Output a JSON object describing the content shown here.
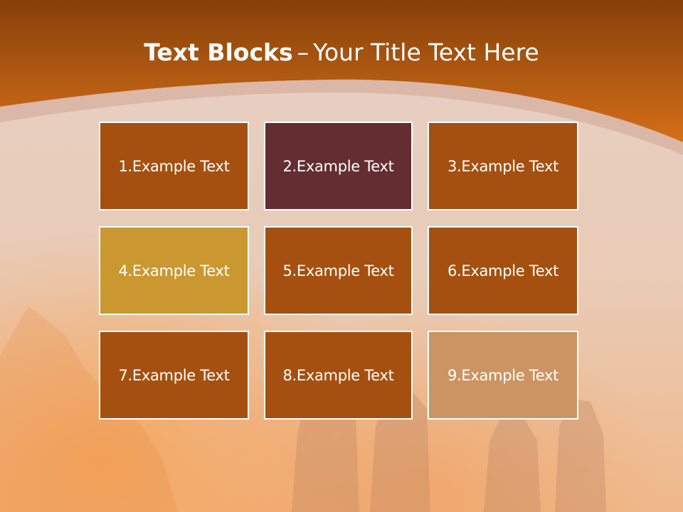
{
  "colors": {
    "header_top": "#8a4208",
    "header_bottom": "#d9741a",
    "content_bg": "#e8d3c8",
    "block_default": "#a55010",
    "block_dark": "#642d31",
    "block_gold": "#cb9731",
    "block_light": "#cb9462",
    "block_border": "#ffffff",
    "text": "#ffffff"
  },
  "title": {
    "bold": "Text Blocks",
    "dash": "–",
    "rest": "Your Title Text Here"
  },
  "blocks": [
    {
      "label": "1.Example Text",
      "color": "#a55010"
    },
    {
      "label": "2.Example Text",
      "color": "#642d31"
    },
    {
      "label": "3.Example Text",
      "color": "#a55010"
    },
    {
      "label": "4.Example Text",
      "color": "#cb9731"
    },
    {
      "label": "5.Example Text",
      "color": "#a55010"
    },
    {
      "label": "6.Example Text",
      "color": "#a55010"
    },
    {
      "label": "7.Example Text",
      "color": "#a55010"
    },
    {
      "label": "8.Example Text",
      "color": "#a55010"
    },
    {
      "label": "9.Example Text",
      "color": "#cb9462"
    }
  ]
}
